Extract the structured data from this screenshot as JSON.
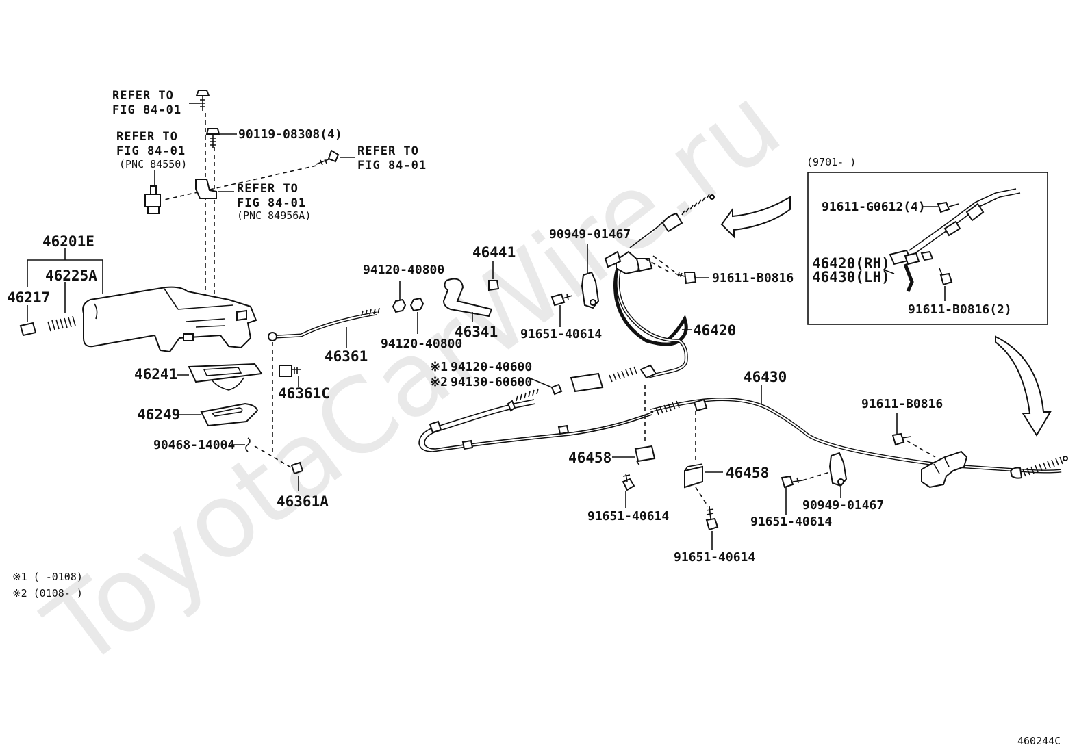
{
  "watermark": "ToyotaCarWire.ru",
  "diagram_code": "460244C",
  "refs": {
    "r1_line1": "REFER TO",
    "r1_line2": "FIG 84-01",
    "r2_line1": "REFER TO",
    "r2_line2": "FIG 84-01",
    "r2_line3": "(PNC 84550)",
    "r3_line1": "REFER TO",
    "r3_line2": "FIG 84-01",
    "r4_line1": "REFER TO",
    "r4_line2": "FIG 84-01",
    "r4_line3": "(PNC 84956A)"
  },
  "parts": {
    "p_90119": "90119-08308(4)",
    "p_46201E": "46201E",
    "p_46225A": "46225A",
    "p_46217": "46217",
    "p_46241": "46241",
    "p_46361C": "46361C",
    "p_46249": "46249",
    "p_90468": "90468-14004",
    "p_46361A": "46361A",
    "p_46361": "46361",
    "p_94120a": "94120-40800",
    "p_94120b": "94120-40800",
    "p_46441": "46441",
    "p_46341": "46341",
    "p_90949a": "90949-01467",
    "p_91611a": "91611-B0816",
    "p_91651a": "91651-40614",
    "p_46420": "46420",
    "p_94120c": "94120-40600",
    "p_94130": "94130-60600",
    "p_46430": "46430",
    "p_46458a": "46458",
    "p_46458b": "46458",
    "p_91651b": "91651-40614",
    "p_91651c": "91651-40614",
    "p_91651d": "91651-40614",
    "p_90949b": "90949-01467",
    "p_91611b": "91611-B0816",
    "inset_range": "(9701-      )",
    "p_91611g": "91611-G0612(4)",
    "p_46420rh": "46420(RH)",
    "p_46430lh": "46430(LH)",
    "p_91611c": "91611-B0816(2)"
  },
  "markers": {
    "m1": "※1",
    "m2": "※2"
  },
  "footnotes": {
    "f1": "※1 (      -0108)",
    "f2": "※2 (0108-      )"
  }
}
